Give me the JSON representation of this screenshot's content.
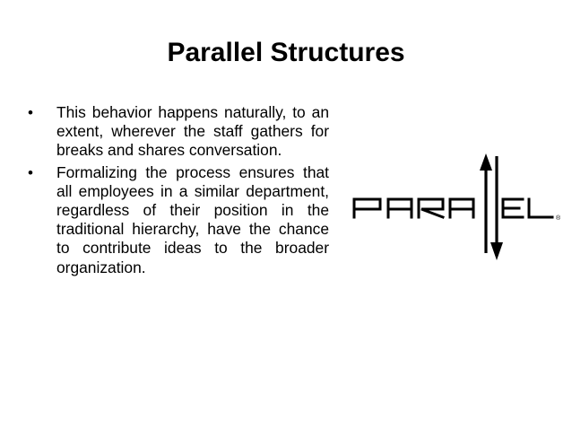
{
  "slide": {
    "title": "Parallel Structures",
    "bullets": [
      {
        "marker": "•",
        "text": "This behavior happens naturally, to an extent, wherever the staff gathers for breaks and shares conversation."
      },
      {
        "marker": "•",
        "text": "Formalizing the process ensures that all employees in a similar department, regardless of their position in the traditional hierarchy, have the chance to contribute ideas to the broader organization."
      }
    ],
    "logo": {
      "wordmark": "PARALLEL",
      "icon": "parallel-arrows-logo",
      "registered_mark": "®",
      "color": "#000000"
    }
  }
}
